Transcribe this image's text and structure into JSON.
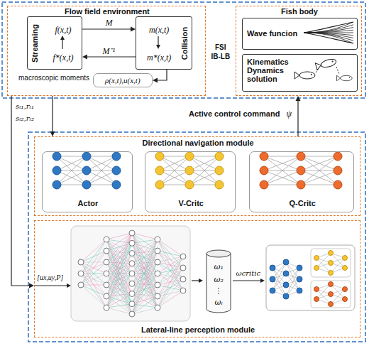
{
  "diagram": {
    "nodes": [
      {
        "text": [
          "Flow field environment"
        ]
      },
      {
        "text": [
          "Streaming",
          "f(x,t)",
          "f*(x,t)"
        ],
        "in": 0
      },
      {
        "text": [
          "m(x,t)",
          "m*(x,t)",
          "Collision"
        ],
        "in": 0
      },
      {
        "text": [
          "ρ(x,t),u(x,t)"
        ],
        "in": 0
      },
      {
        "text": [
          "Fish body"
        ]
      },
      {
        "text": [
          "Wave funcion"
        ],
        "in": 4
      },
      {
        "text": [
          "Kinematics Dynamics solution"
        ],
        "in": 4
      },
      {
        "text": [
          "Directional navigation module"
        ]
      },
      {
        "text": [
          "Actor"
        ],
        "in": 7
      },
      {
        "text": [
          "V-Critc"
        ],
        "in": 7
      },
      {
        "text": [
          "Q-Critc"
        ],
        "in": 7
      },
      {
        "text": [
          "Lateral-line perception module"
        ]
      },
      {
        "text": [
          "ω₁",
          "ω₂",
          "⋮",
          "ωᵢ"
        ],
        "in": 11
      }
    ],
    "edges": [
      {
        "from": 1,
        "to": 2,
        "label": "M",
        "arrow": "to"
      },
      {
        "from": 2,
        "to": 1,
        "label": "M⁻¹",
        "arrow": "to"
      },
      {
        "from": 2,
        "to": 3,
        "arrow": "to"
      },
      {
        "from": 0,
        "to": 7,
        "arrow": "to"
      },
      {
        "from": 7,
        "to": 4,
        "arrow": "to"
      },
      {
        "from": 0,
        "to": 11,
        "arrow": "to"
      }
    ],
    "labels": [
      "macroscopic moments",
      "FSI",
      "IB-LB",
      "sₜ₁,rₜ₁",
      "sₜ₂,rₜ₂",
      "Active control command",
      "ψ",
      "[ux,uy,P]",
      "ωcritic"
    ]
  }
}
